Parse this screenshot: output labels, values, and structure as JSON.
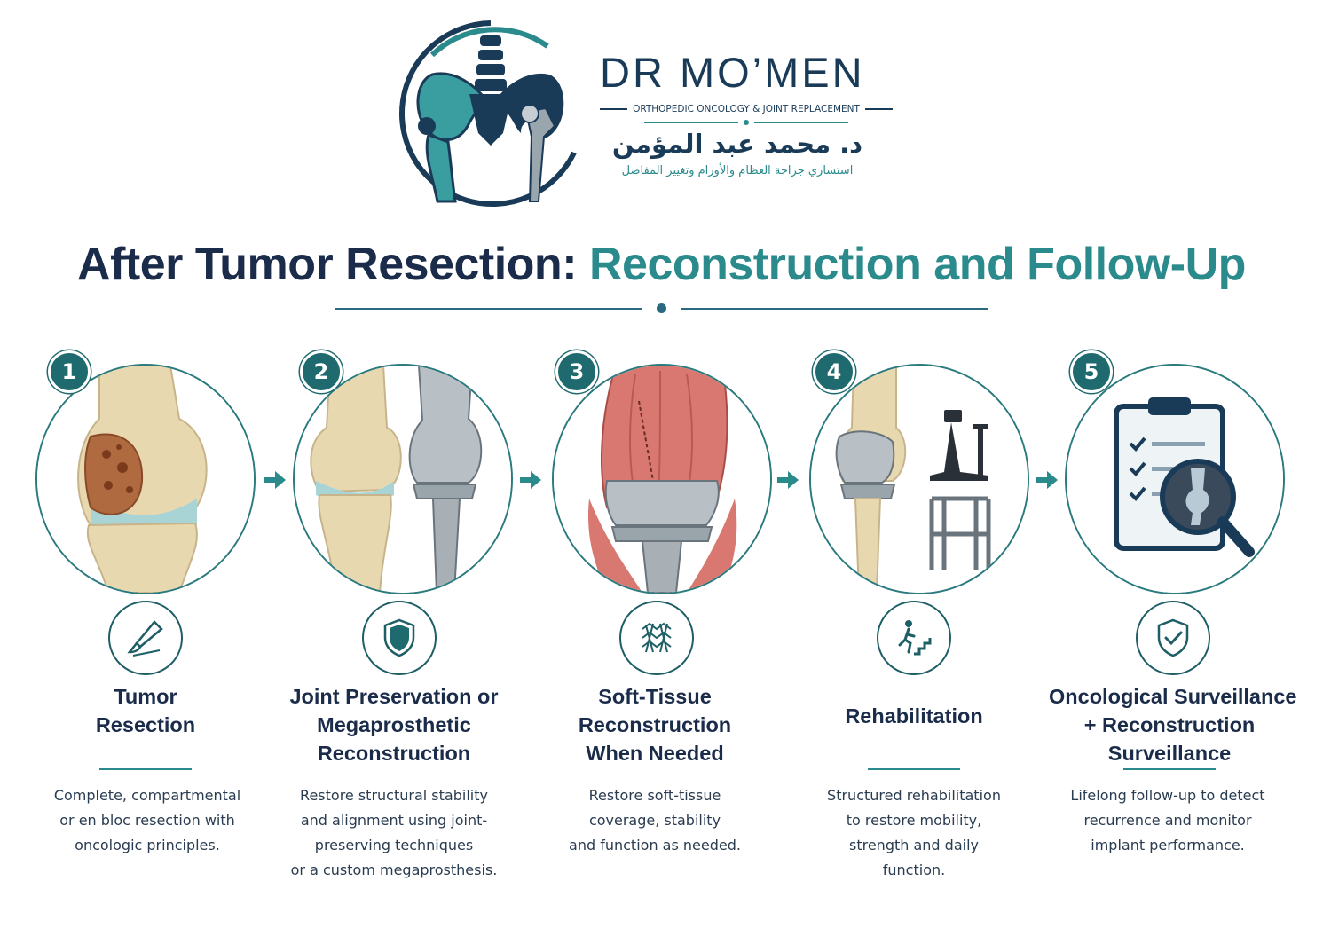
{
  "brand": {
    "name": "DR MO’MEN",
    "tagline": "ORTHOPEDIC ONCOLOGY & JOINT REPLACEMENT",
    "arabic_name": "د. محمد عبد المؤمن",
    "arabic_subtitle": "استشاري جراحة العظام والأورام وتغيير المفاصل"
  },
  "title": {
    "part1": "After Tumor Resection:",
    "part2": "Reconstruction and Follow-Up"
  },
  "colors": {
    "navy": "#1a2c4a",
    "teal": "#2a8a8c",
    "dark_teal": "#1e6a6e"
  },
  "steps": [
    {
      "number": "1",
      "title_lines": [
        "Tumor",
        "Resection"
      ],
      "desc_lines": [
        "Complete, compartmental",
        "or en bloc resection with",
        "oncologic principles."
      ],
      "icon": "scalpel-icon"
    },
    {
      "number": "2",
      "title_lines": [
        "Joint Preservation or",
        "Megaprosthetic",
        "Reconstruction"
      ],
      "desc_lines": [
        "Restore structural stability",
        "and alignment using joint-",
        "preserving techniques",
        "or a custom megaprosthesis."
      ],
      "icon": "shield-icon"
    },
    {
      "number": "3",
      "title_lines": [
        "Soft-Tissue",
        "Reconstruction",
        "When Needed"
      ],
      "desc_lines": [
        "Restore soft-tissue",
        "coverage, stability",
        "and function as needed."
      ],
      "icon": "tissue-mesh-icon"
    },
    {
      "number": "4",
      "title_lines": [
        "Rehabilitation"
      ],
      "desc_lines": [
        "Structured rehabilitation",
        "to restore mobility,",
        "strength and daily",
        "function."
      ],
      "icon": "stairs-climb-icon"
    },
    {
      "number": "5",
      "title_lines": [
        "Oncological Surveillance",
        "+ Reconstruction",
        "Surveillance"
      ],
      "desc_lines": [
        "Lifelong follow-up to detect",
        "recurrence and monitor",
        "implant performance."
      ],
      "icon": "shield-check-icon"
    }
  ]
}
